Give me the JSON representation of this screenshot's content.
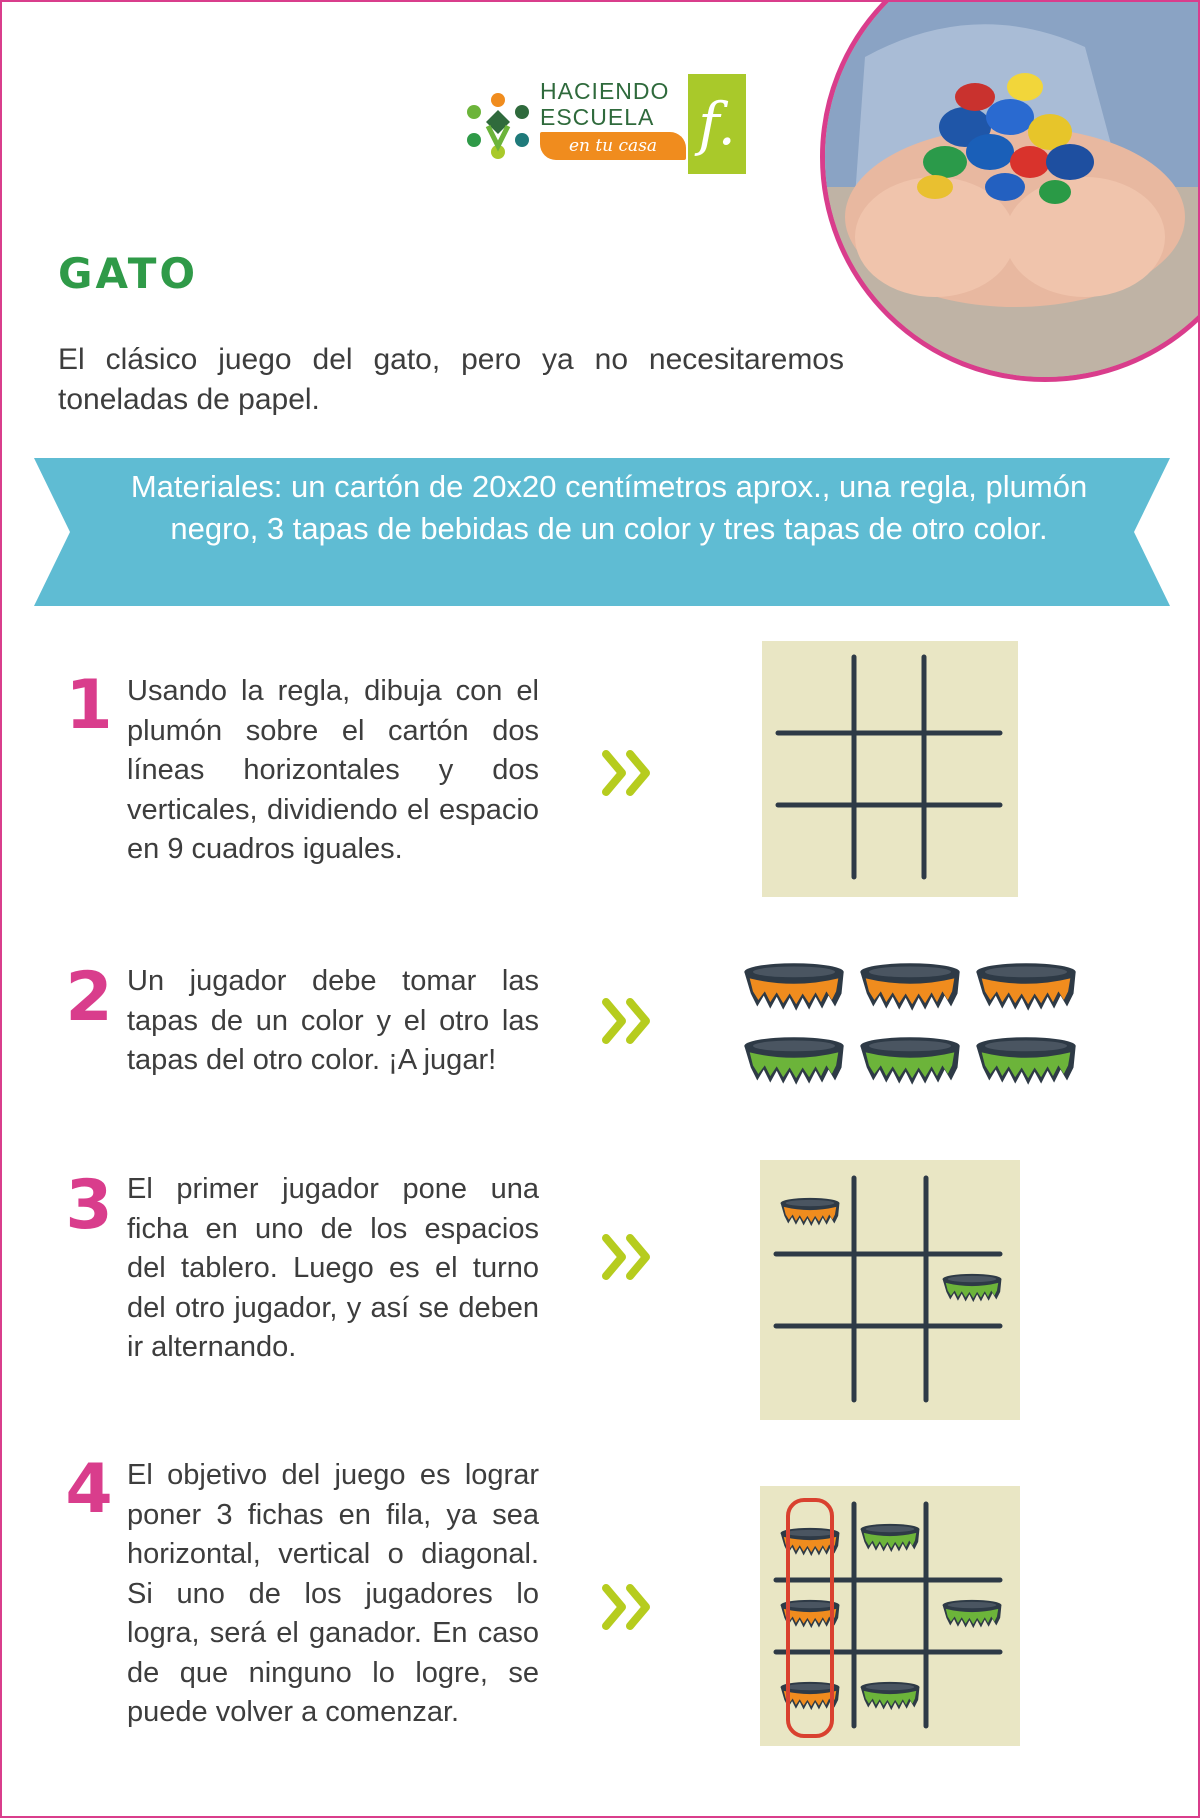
{
  "logo": {
    "line1": "HACIENDO",
    "line2": "ESCUELA",
    "tagline": "en tu casa",
    "brand_letter": "f."
  },
  "title": "GATO",
  "intro": "El clásico juego del gato, pero ya no necesitaremos toneladas de papel.",
  "materials": "Materiales: un cartón de 20x20 centímetros aprox., una regla, plumón negro, 3 tapas de bebidas de un color y tres tapas de otro color.",
  "steps": [
    {
      "number": "1",
      "text": "Usando la regla, dibuja con el plumón sobre el cartón dos líneas horizontales y dos verticales, dividiendo el espacio en 9 cuadros iguales."
    },
    {
      "number": "2",
      "text": "Un jugador debe tomar las tapas de un color y el otro las tapas del otro color. ¡A jugar!"
    },
    {
      "number": "3",
      "text": "El primer jugador pone una ficha en uno de los espacios del tablero. Luego es el turno del otro jugador, y así se deben ir alternando."
    },
    {
      "number": "4",
      "text": "El objetivo del juego es lograr poner 3 fichas en fila, ya sea horizontal, vertical o diagonal. Si uno de los jugadores lo logra, será el ganador. En caso de que ninguno lo logre, se puede volver a comenzar."
    }
  ],
  "colors": {
    "accent_pink": "#d93d8c",
    "title_green": "#2f9a48",
    "banner_blue": "#5fbcd3",
    "chevron_lime": "#b6cc1e",
    "board_bg": "#e9e6c4",
    "grid_line": "#2e3a46",
    "cap_orange": "#f08c1e",
    "cap_green": "#6cb43a",
    "highlight_red": "#d9412f"
  },
  "icons": [
    "chevron-double-right-icon",
    "bottle-cap-orange-icon",
    "bottle-cap-green-icon"
  ]
}
